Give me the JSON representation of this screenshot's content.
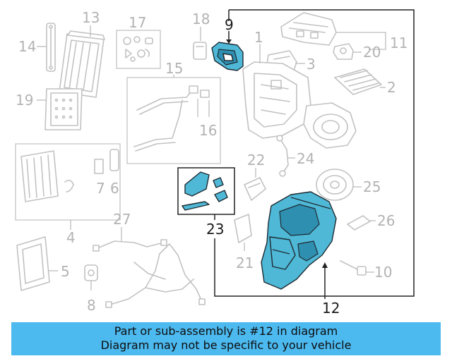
{
  "diagram": {
    "callouts": {
      "c1": "1",
      "c2": "2",
      "c3": "3",
      "c4": "4",
      "c5": "5",
      "c6": "6",
      "c7": "7",
      "c8": "8",
      "c9": "9",
      "c10": "10",
      "c11": "11",
      "c12": "12",
      "c13": "13",
      "c14": "14",
      "c15": "15",
      "c16": "16",
      "c17": "17",
      "c18": "18",
      "c19": "19",
      "c20": "20",
      "c21": "21",
      "c22": "22",
      "c23": "23",
      "c24": "24",
      "c25": "25",
      "c26": "26",
      "c27": "27"
    },
    "highlighted_parts": [
      "9",
      "12",
      "23"
    ],
    "colors": {
      "highlight_fill": "#4fb8d6",
      "part_outline": "#c2c2c2",
      "callout_grey": "#b3b3b3",
      "callout_dark": "#1a1a1a"
    }
  },
  "banner": {
    "line1": "Part or sub-assembly is #12 in diagram",
    "line2": "Diagram may not be specific to your vehicle",
    "background": "#4cb9ef"
  }
}
